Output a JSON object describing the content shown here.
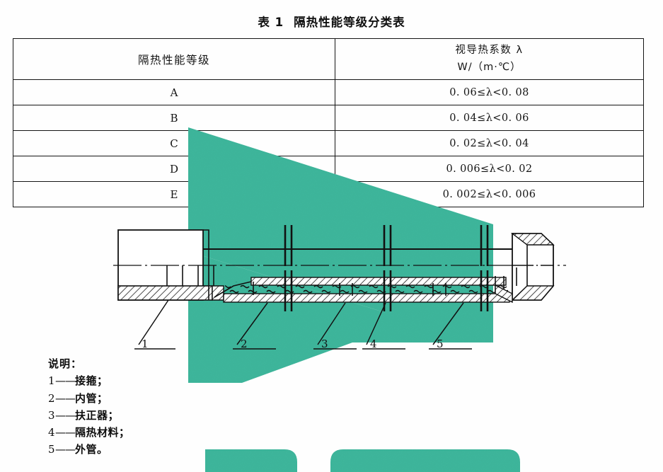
{
  "document": {
    "title_prefix": "表 1",
    "title_text": "隔热性能等级分类表"
  },
  "table": {
    "headers": {
      "grade": "隔热性能等级",
      "lambda_line1": "视导热系数 λ",
      "lambda_line2": "W/（m·℃）"
    },
    "rows": [
      {
        "grade": "A",
        "range": "0. 06≤λ<0. 08"
      },
      {
        "grade": "B",
        "range": "0. 04≤λ<0. 06"
      },
      {
        "grade": "C",
        "range": "0. 02≤λ<0. 04"
      },
      {
        "grade": "D",
        "range": "0. 006≤λ<0. 02"
      },
      {
        "grade": "E",
        "range": "0. 002≤λ<0. 006"
      }
    ]
  },
  "diagram": {
    "callouts": [
      {
        "id": "1",
        "label": "1"
      },
      {
        "id": "2",
        "label": "2"
      },
      {
        "id": "3",
        "label": "3"
      },
      {
        "id": "4",
        "label": "4"
      },
      {
        "id": "5",
        "label": "5"
      }
    ]
  },
  "legend": {
    "heading": "说明：",
    "items": [
      {
        "num": "1",
        "dash": "——",
        "text": "接箍；"
      },
      {
        "num": "2",
        "dash": "——",
        "text": "内管；"
      },
      {
        "num": "3",
        "dash": "——",
        "text": "扶正器；"
      },
      {
        "num": "4",
        "dash": "——",
        "text": "隔热材料；"
      },
      {
        "num": "5",
        "dash": "——",
        "text": "外管。"
      }
    ]
  },
  "colors": {
    "accent_green": "#3fb79c",
    "line_black": "#111111",
    "paper": "#fefefe"
  }
}
